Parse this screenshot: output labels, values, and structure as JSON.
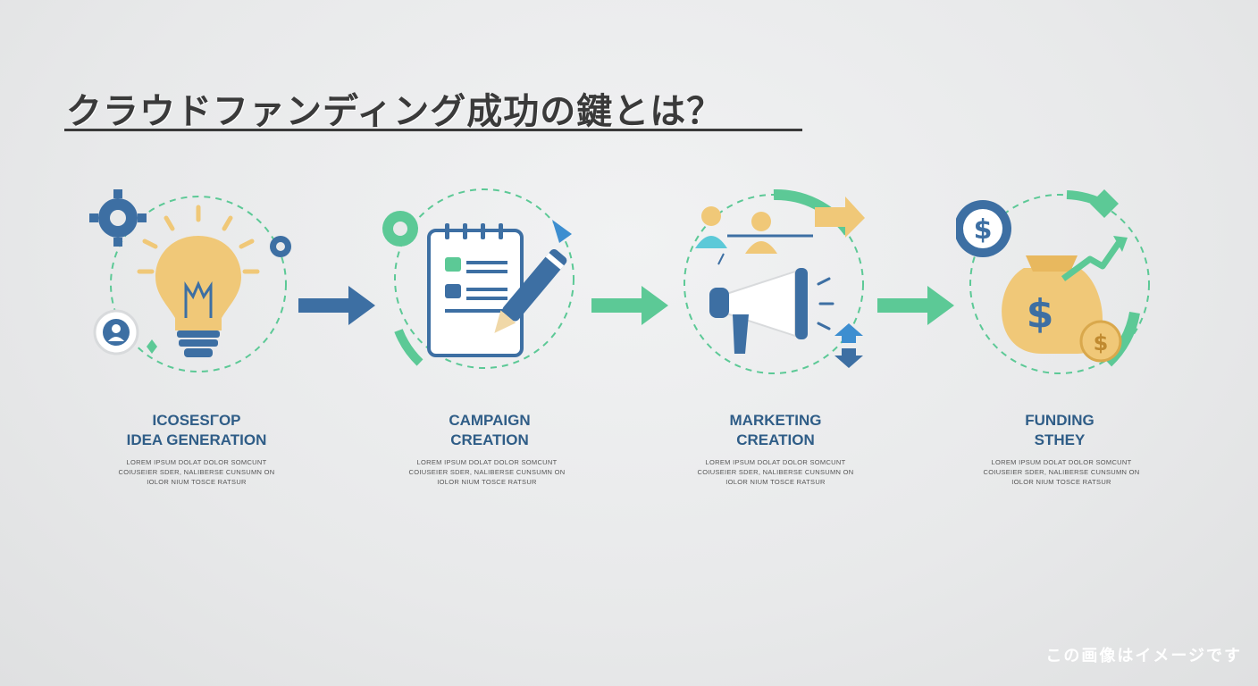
{
  "title": "クラウドファンディング成功の鍵とは？",
  "steps": [
    {
      "label_line1": "ICOSESΓOP",
      "label_line2": "IDEA GENERATION",
      "desc": "LOREM IPSUM DOLAT DOLOR SOMCUNT COIUSEIER SDER, NALIBERSE CUNSUMN ON IOLOR NIUM TOSCE RATSUR"
    },
    {
      "label_line1": "CAMPAIGN",
      "label_line2": "CREATION",
      "desc": "LOREM IPSUM DOLAT DOLOR SOMCUNT COIUSEIER SDER, NALIBERSE CUNSUMN ON IOLOR NIUM TOSCE RATSUR"
    },
    {
      "label_line1": "MARKETING",
      "label_line2": "CREATION",
      "desc": "LOREM IPSUM DOLAT DOLOR SOMCUNT COIUSEIER SDER, NALIBERSE CUNSUMN ON IOLOR NIUM TOSCE RATSUR"
    },
    {
      "label_line1": "FUNDING",
      "label_line2": "STΗEY",
      "desc": "LOREM IPSUM DOLAT DOLOR SOMCUNT COIUSEIER SDER, NALIBERSE CUNSUMN ON IOLOR NIUM TOSCE RATSUR"
    }
  ],
  "icons": {
    "step1": [
      "gear-icon",
      "lightbulb-icon",
      "user-icon"
    ],
    "step2": [
      "gear-icon",
      "notepad-icon",
      "pencil-icon"
    ],
    "step3": [
      "people-icon",
      "arrow-icon",
      "megaphone-icon"
    ],
    "step4": [
      "dollar-coin-icon",
      "money-bag-icon",
      "growth-arrow-icon"
    ]
  },
  "colors": {
    "blue": "#3d6fa3",
    "green": "#5cc996",
    "gold": "#f0c878",
    "text": "#2f5d87",
    "title": "#3a3a3a"
  },
  "watermark": "この画像はイメージです"
}
